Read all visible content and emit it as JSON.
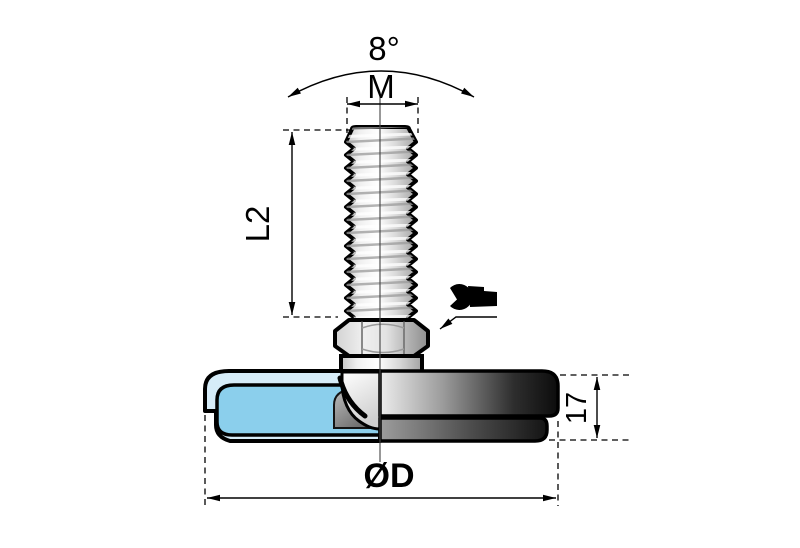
{
  "drawing": {
    "kind": "technical-drawing",
    "dimensions": {
      "tilt_angle": "8°",
      "thread_size": "M",
      "thread_length": "L2",
      "base_height": "17",
      "base_diameter": "ØD"
    },
    "icons": {
      "wrench": "open-end-wrench-icon"
    },
    "colors": {
      "background": "#ffffff",
      "outline": "#000000",
      "cap_plastic_light_blue": "#d6ecf8",
      "body_plastic_blue": "#8bcfec"
    }
  }
}
